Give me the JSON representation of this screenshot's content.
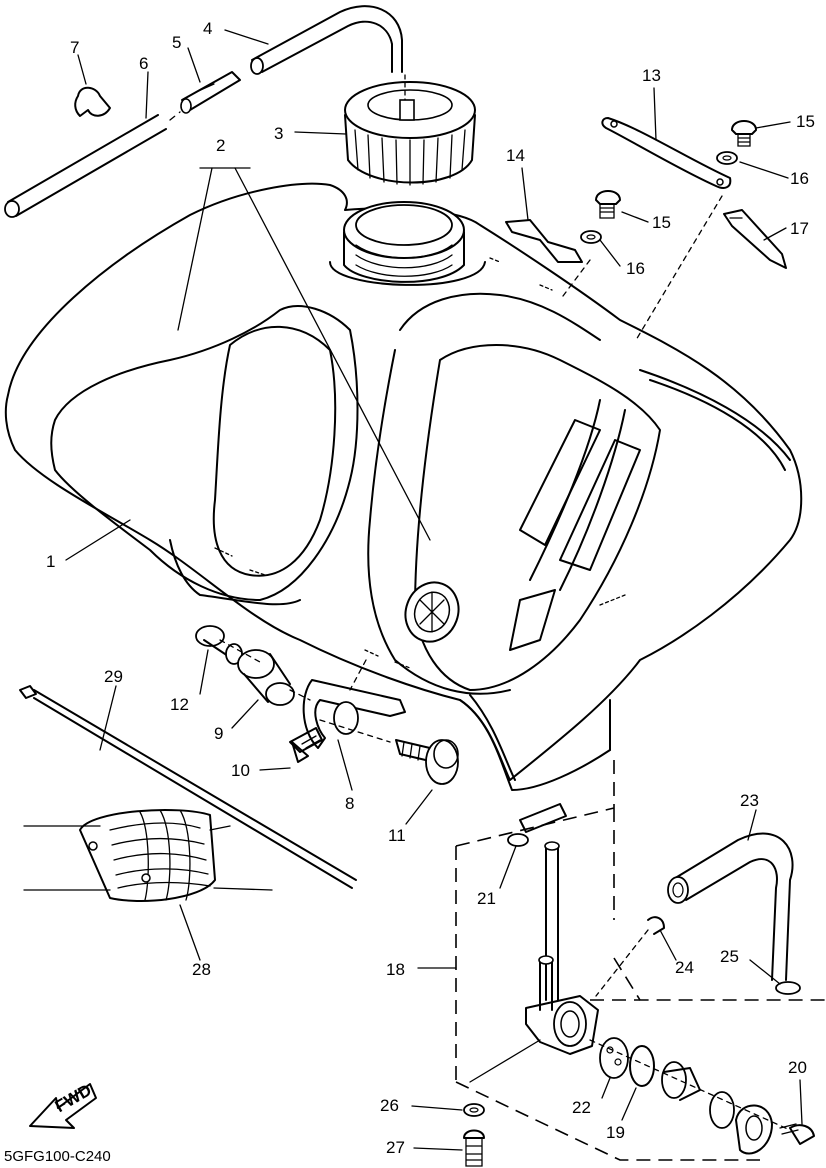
{
  "diagram_code": "5GFG100-C240",
  "fwd_label": "FWD",
  "parts": {
    "p1": "1",
    "p2": "2",
    "p3": "3",
    "p4": "4",
    "p5": "5",
    "p6": "6",
    "p7": "7",
    "p8": "8",
    "p9": "9",
    "p10": "10",
    "p11": "11",
    "p12": "12",
    "p13": "13",
    "p14": "14",
    "p15a": "15",
    "p15b": "15",
    "p16a": "16",
    "p16b": "16",
    "p17": "17",
    "p18": "18",
    "p19": "19",
    "p20": "20",
    "p21": "21",
    "p22": "22",
    "p23": "23",
    "p24": "24",
    "p25": "25",
    "p26": "26",
    "p27": "27",
    "p28": "28",
    "p29": "29"
  }
}
